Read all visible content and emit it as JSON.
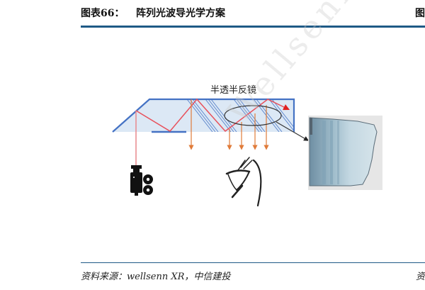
{
  "header": {
    "figure_number": "图表66：",
    "title": "阵列光波导光学方案",
    "right_truncated": "图"
  },
  "figure": {
    "mirror_label": "半透半反镜",
    "colors": {
      "waveguide_fill": "#dce8f5",
      "waveguide_edge": "#4472c4",
      "light_path": "#e8505b",
      "output_rays": "#e07b39",
      "header_rule": "#1f5a86"
    },
    "icons": [
      "projector-camera-icon",
      "eye-icon",
      "lens-photo"
    ],
    "watermark": "WellsennXR"
  },
  "footer": {
    "source": "资料来源：wellsenn XR，中信建投",
    "right_truncated": "资"
  }
}
